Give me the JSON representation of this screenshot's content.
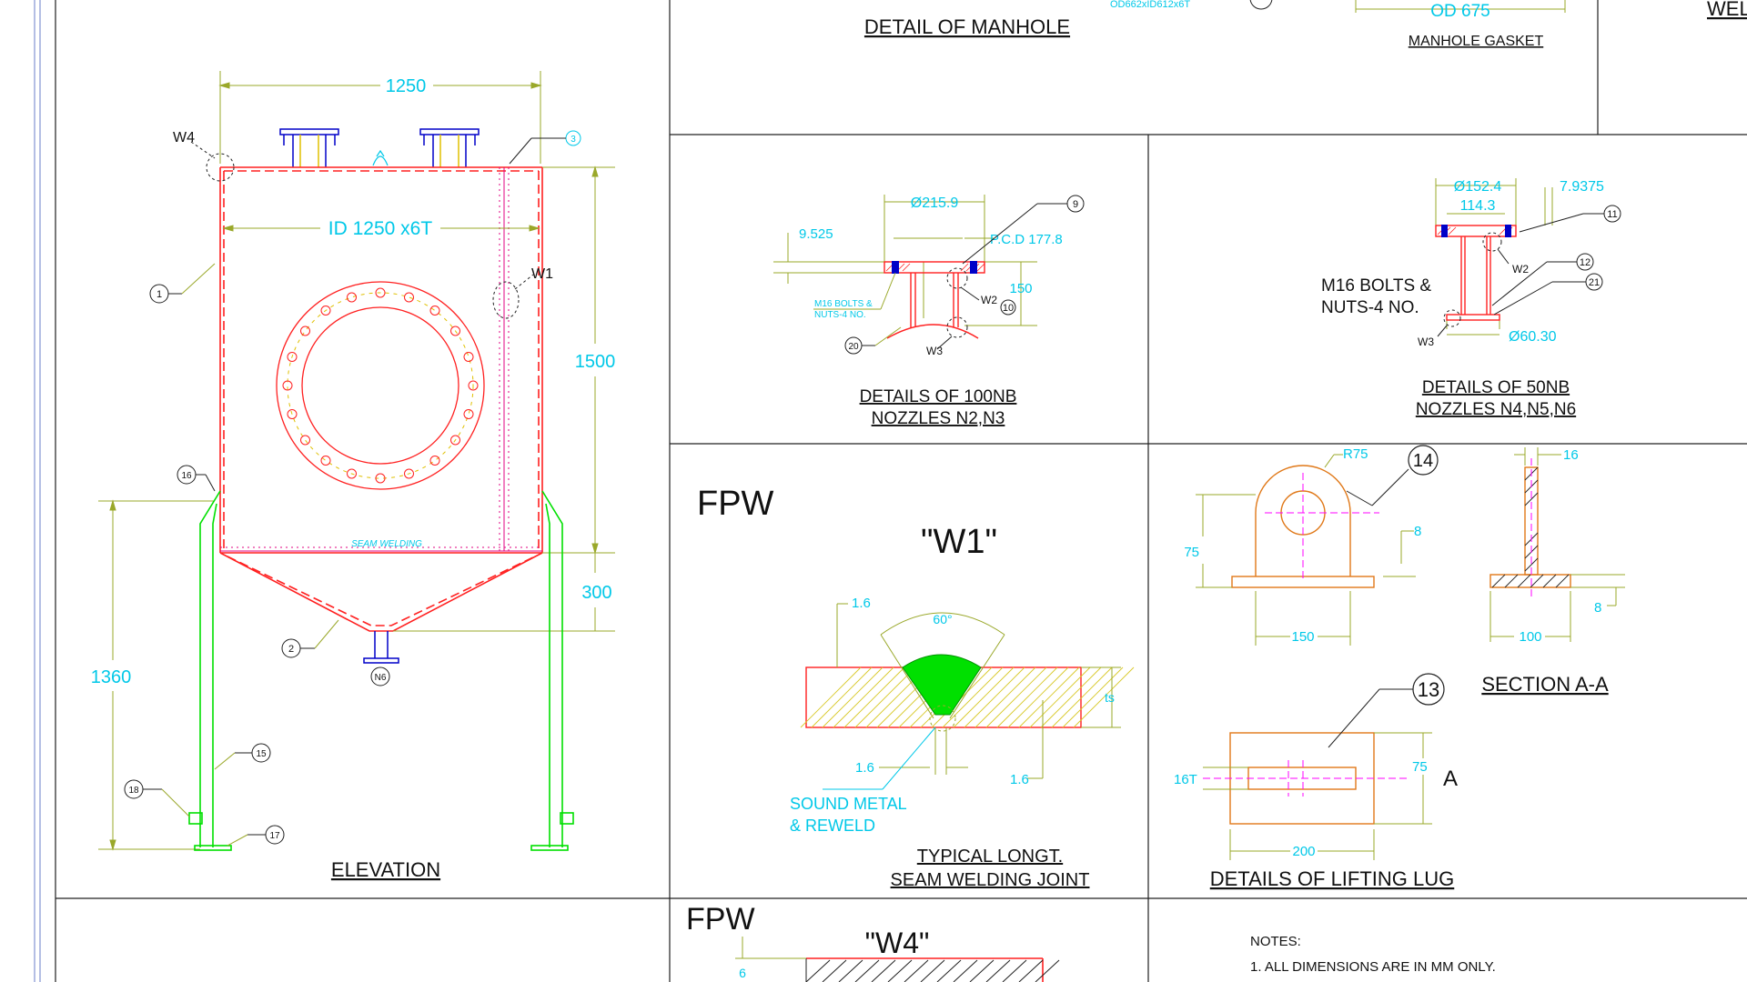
{
  "titles": {
    "manhole_detail": "DETAIL OF MANHOLE",
    "manhole_gasket": "MANHOLE GASKET",
    "gasket_od": "OD 675",
    "gasket_spec": "OD662xID612x6T",
    "weld_partial": "WEL",
    "nozzle100_line1": "DETAILS OF 100NB",
    "nozzle100_line2": "NOZZLES N2,N3",
    "nozzle50_line1": "DETAILS OF 50NB",
    "nozzle50_line2": "NOZZLES N4,N5,N6",
    "elevation": "ELEVATION",
    "seam_line1": "TYPICAL LONGT.",
    "seam_line2": "SEAM WELDING JOINT",
    "lifting_lug": "DETAILS OF LIFTING LUG",
    "section_aa": "SECTION A-A",
    "fpw_1": "FPW",
    "fpw_2": "FPW",
    "w1": "\"W1\"",
    "w4": "\"W4\""
  },
  "elevation": {
    "dim_width": "1250",
    "shell_id": "ID 1250 x6T",
    "dim_shell_height": "1500",
    "dim_cone_height": "300",
    "dim_leg_height": "1360",
    "seam_welding": "SEAM WELDING",
    "w4_label": "W4",
    "w1_label": "W1",
    "callouts": [
      "1",
      "2",
      "3",
      "15",
      "16",
      "17",
      "18"
    ],
    "nozzle_n6": "N6"
  },
  "nozzle100": {
    "dia": "Ø215.9",
    "pcd": "P.C.D 177.8",
    "thk": "9.525",
    "height": "150",
    "bolts_line1": "M16 BOLTS &",
    "bolts_line2": "NUTS-4 NO.",
    "w2": "W2",
    "w3": "W3",
    "callouts": [
      "9",
      "10",
      "20"
    ]
  },
  "nozzle50": {
    "dia": "Ø152.4",
    "pcd": "114.3",
    "thk": "7.9375",
    "pipe_od": "Ø60.30",
    "bolts_line1": "M16 BOLTS &",
    "bolts_line2": "NUTS-4 NO.",
    "w2": "W2",
    "w3": "W3",
    "callouts": [
      "11",
      "12",
      "21"
    ]
  },
  "weld_w1": {
    "angle": "60°",
    "gap_top": "1.6",
    "root_gap": "1.6",
    "root_face": "1.6",
    "thickness": "ts",
    "note_line1": "SOUND METAL",
    "note_line2": "& REWELD"
  },
  "lug": {
    "radius": "R75",
    "callout_14": "14",
    "callout_13": "13",
    "height": "75",
    "width": "150",
    "hole_offset": "8",
    "section_thk": "16",
    "base_width": "100",
    "base_thk": "8",
    "plan_thk": "16T",
    "plan_width": "200",
    "plan_height": "75",
    "section_mark": "A"
  },
  "w4_detail": {
    "dim": "6"
  },
  "notes": {
    "heading": "NOTES:",
    "items": [
      "1. ALL DIMENSIONS ARE IN MM ONLY."
    ]
  },
  "colors": {
    "vessel": "#ff2020",
    "dimension": "#9aa82a",
    "dim_text": "#00c8e8",
    "leg": "#00e000",
    "nozzle": "#0000c8",
    "lug": "#e07818",
    "hatch": "#d8c828",
    "center": "#ff00ff",
    "frame": "#202020"
  }
}
